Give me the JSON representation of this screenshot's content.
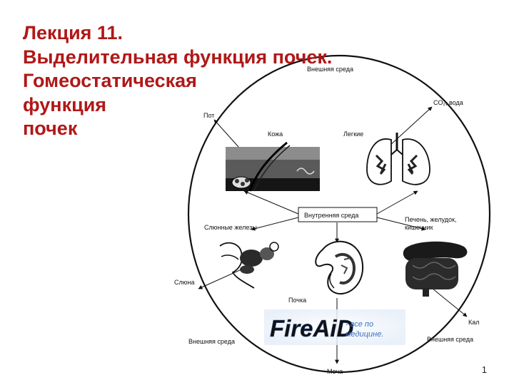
{
  "title_lines": [
    "Лекция 11.",
    "Выделительная функция почек.",
    "Гомеостатическая",
    "функция",
    "почек"
  ],
  "labels": {
    "outer_top": "Внешняя среда",
    "pot": "Пот",
    "co2_water": "CO₂, вода",
    "kozha": "Кожа",
    "legkie": "Легкие",
    "inner": "Внутренняя среда",
    "slyunnye": "Слюнные железы",
    "pechen_line1": "Печень, желудок,",
    "pechen_line2": "кишечник",
    "slyuna": "Слюна",
    "pochka": "Почка",
    "kal": "Кал",
    "outer_left": "Внешняя среда",
    "outer_right": "Внешняя среда",
    "mocha": "Моча"
  },
  "watermark": {
    "brand": "FireAiD",
    "tagline_1": "- все по",
    "tagline_2": "медицине."
  },
  "page_number": "1",
  "colors": {
    "title": "#b01818",
    "watermark_brand": "#7a9fd6",
    "watermark_text": "#3a6fc0"
  }
}
